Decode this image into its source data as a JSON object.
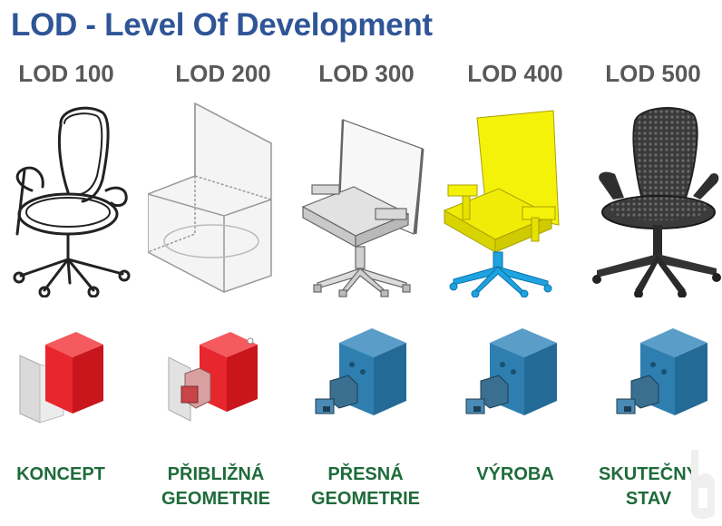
{
  "title": "LOD - Level Of Development",
  "colors": {
    "title": "#2f5597",
    "lod_label": "#595959",
    "stage_label": "#1e6b3a",
    "lod400_yellow": "#f5f20a",
    "lod400_blue": "#1ea3e0",
    "unit_red": "#e8262e",
    "unit_blue": "#2e7fb0"
  },
  "levels": [
    {
      "label": "LOD 100",
      "stage_line1": "KONCEPT",
      "stage_line2": "",
      "chair_icon": "outline-chair-icon",
      "unit_icon": "concept-box-icon"
    },
    {
      "label": "LOD 200",
      "stage_line1": "PŘIBLIŽNÁ",
      "stage_line2": "GEOMETRIE",
      "chair_icon": "wireframe-box-chair-icon",
      "unit_icon": "approximate-box-icon"
    },
    {
      "label": "LOD 300",
      "stage_line1": "PŘESNÁ",
      "stage_line2": "GEOMETRIE",
      "chair_icon": "gray-model-chair-icon",
      "unit_icon": "precise-unit-icon"
    },
    {
      "label": "LOD 400",
      "stage_line1": "VÝROBA",
      "stage_line2": "",
      "chair_icon": "fabrication-chair-icon",
      "unit_icon": "fabrication-unit-icon"
    },
    {
      "label": "LOD 500",
      "stage_line1": "SKUTEČNÝ",
      "stage_line2": "STAV",
      "chair_icon": "photo-chair-icon",
      "unit_icon": "as-built-unit-icon"
    }
  ]
}
